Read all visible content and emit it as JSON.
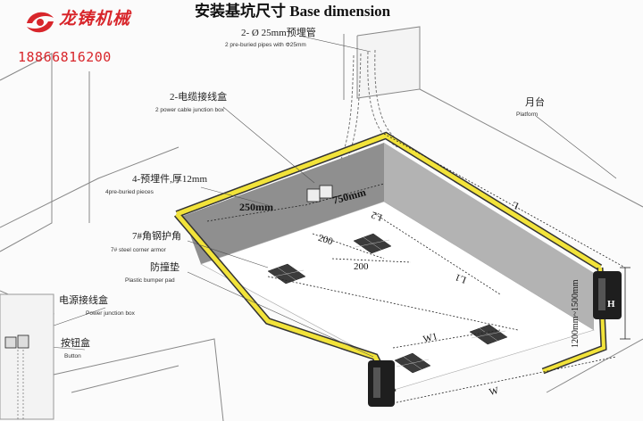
{
  "brand": {
    "company_name": "龙铸机械",
    "phone": "18866816200",
    "logo_color": "#d8262b"
  },
  "title": "安装基坑尺寸  Base dimension",
  "accent_color": "#f2e33a",
  "labels": {
    "pipes_cn": "2- Ø 25mm预埋管",
    "pipes_en": "2 pre-buried pipes with Φ25mm",
    "junction_cn": "2-电缆接线盒",
    "junction_en": "2 power cable junction box",
    "platform_cn": "月台",
    "platform_en": "Platform",
    "pieces_cn": "4-预埋件,厚12mm",
    "pieces_en": "4pre-buried pieces",
    "armor_cn": "7#角钢护角",
    "armor_en": "7# steel corner armor",
    "bumper_cn": "防撞垫",
    "bumper_en": "Plastic bumper pad",
    "power_box_cn": "电源接线盒",
    "power_box_en": "Power junction box",
    "button_cn": "按钮盒",
    "button_en": "Button"
  },
  "dimensions": {
    "d250": "250mm",
    "d750": "750mm",
    "d200a": "200",
    "d200b": "200",
    "L1": "L1",
    "L2": "L2",
    "L": "L",
    "W1": "W1",
    "W": "W",
    "H": "H",
    "depth_range": "1200mm~1500mm"
  }
}
